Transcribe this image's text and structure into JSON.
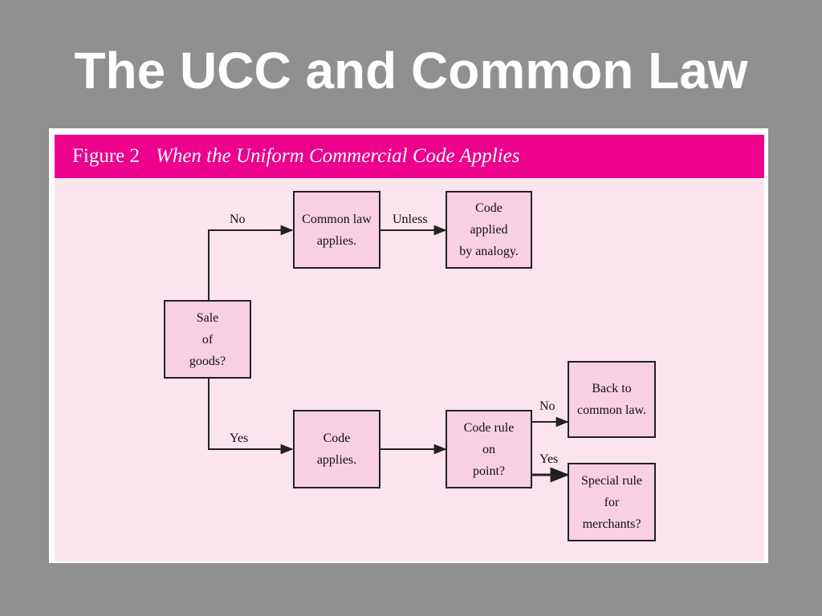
{
  "slide": {
    "title": "The UCC and Common Law"
  },
  "figure": {
    "number": "Figure 2",
    "title": "When the Uniform Commercial Code Applies"
  },
  "nodes": {
    "sale_of_goods": [
      "Sale",
      "of",
      "goods?"
    ],
    "common_law_applies": [
      "Common law",
      "applies."
    ],
    "code_by_analogy": [
      "Code",
      "applied",
      "by analogy."
    ],
    "code_applies": [
      "Code",
      "applies."
    ],
    "code_rule_on_point": [
      "Code rule",
      "on",
      "point?"
    ],
    "back_to_common_law": [
      "Back to",
      "common law."
    ],
    "special_rule_merchants": [
      "Special rule",
      "for",
      "merchants?"
    ]
  },
  "edges": {
    "no_1": "No",
    "unless": "Unless",
    "yes_1": "Yes",
    "no_2": "No",
    "yes_2": "Yes"
  },
  "colors": {
    "background": "#909090",
    "header": "#ec008c",
    "panel": "#fce4ef",
    "node_fill": "#f9cfe3"
  }
}
